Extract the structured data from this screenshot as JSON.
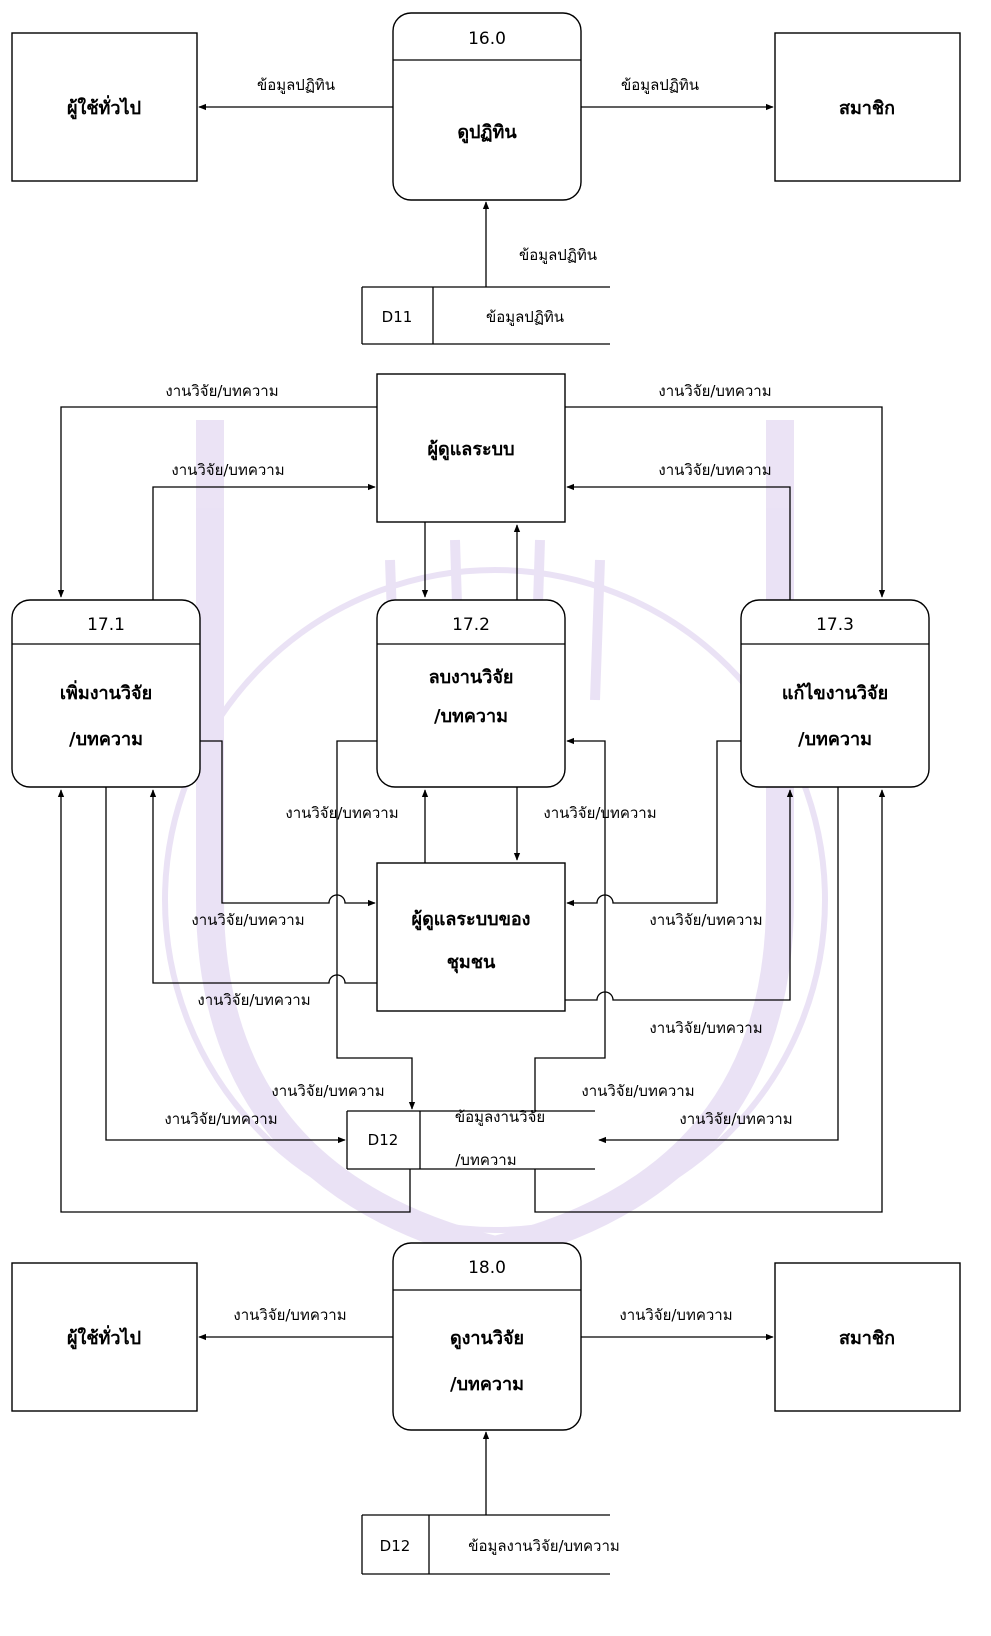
{
  "section16": {
    "process": {
      "id": "16.0",
      "name": "ดูปฏิทิน"
    },
    "entity_left": "ผู้ใช้ทั่วไป",
    "entity_right": "สมาชิก",
    "flow_left": "ข้อมูลปฏิทิน",
    "flow_right": "ข้อมูลปฏิทิน",
    "flow_store": "ข้อมูลปฏิทิน",
    "store": {
      "id": "D11",
      "name": "ข้อมูลปฏิทิน"
    }
  },
  "section17": {
    "admin": "ผู้ดูแลระบบ",
    "community_admin": {
      "line1": "ผู้ดูแลระบบของ",
      "line2": "ชุมชน"
    },
    "p1": {
      "id": "17.1",
      "line1": "เพิ่มงานวิจัย",
      "line2": "/บทความ"
    },
    "p2": {
      "id": "17.2",
      "line1": "ลบงานวิจัย",
      "line2": "/บทความ"
    },
    "p3": {
      "id": "17.3",
      "line1": "แก้ไขงานวิจัย",
      "line2": "/บทความ"
    },
    "flow": "งานวิจัย/บทความ",
    "store": {
      "id": "D12",
      "line1": "ข้อมูลงานวิจัย",
      "line2": "/บทความ"
    }
  },
  "section18": {
    "process": {
      "id": "18.0",
      "line1": "ดูงานวิจัย",
      "line2": "/บทความ"
    },
    "entity_left": "ผู้ใช้ทั่วไป",
    "entity_right": "สมาชิก",
    "flow_left": "งานวิจัย/บทความ",
    "flow_right": "งานวิจัย/บทความ",
    "store": {
      "id": "D12",
      "name": "ข้อมูลงานวิจัย/บทความ"
    }
  }
}
